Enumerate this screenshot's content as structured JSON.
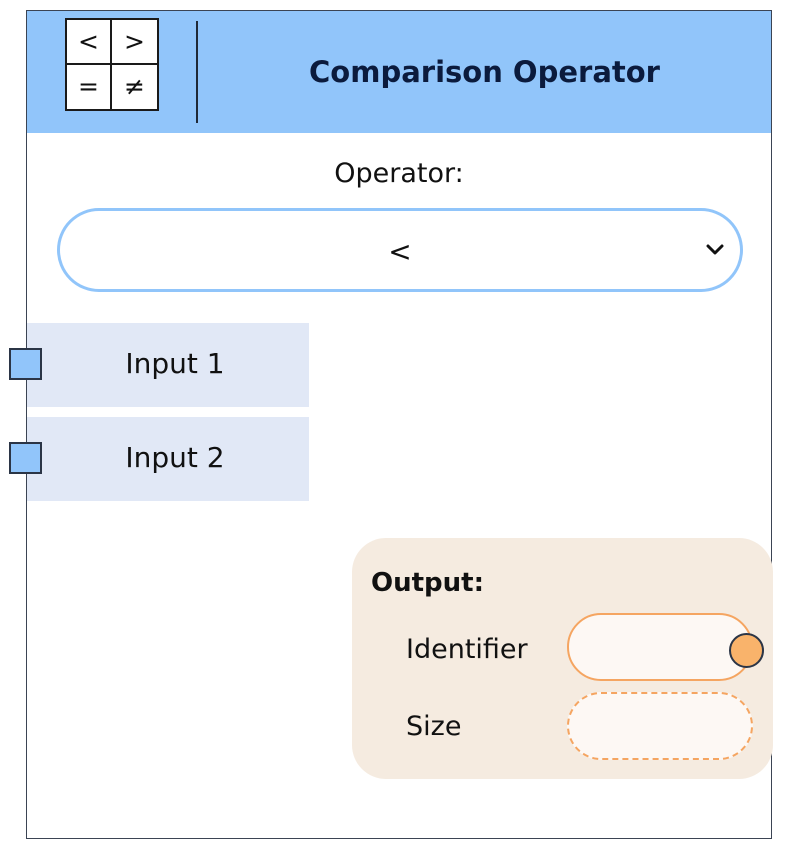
{
  "node": {
    "title": "Comparison Operator",
    "logo_symbols": {
      "top_left": "<",
      "top_right": ">",
      "bottom_left": "=",
      "bottom_right": "≠"
    },
    "operator": {
      "label": "Operator:",
      "selected": "<"
    },
    "inputs": [
      {
        "label": "Input 1"
      },
      {
        "label": "Input 2"
      }
    ],
    "output": {
      "title": "Output:",
      "identifier_label": "Identifier",
      "identifier_value": "",
      "size_label": "Size",
      "size_value": ""
    },
    "colors": {
      "header": "#91c5fa",
      "input_port": "#91c5fa",
      "input_row": "#e1e8f6",
      "output_panel": "#f5ebe0",
      "output_port": "#f9b36b",
      "output_field_border": "#f5a561"
    }
  }
}
